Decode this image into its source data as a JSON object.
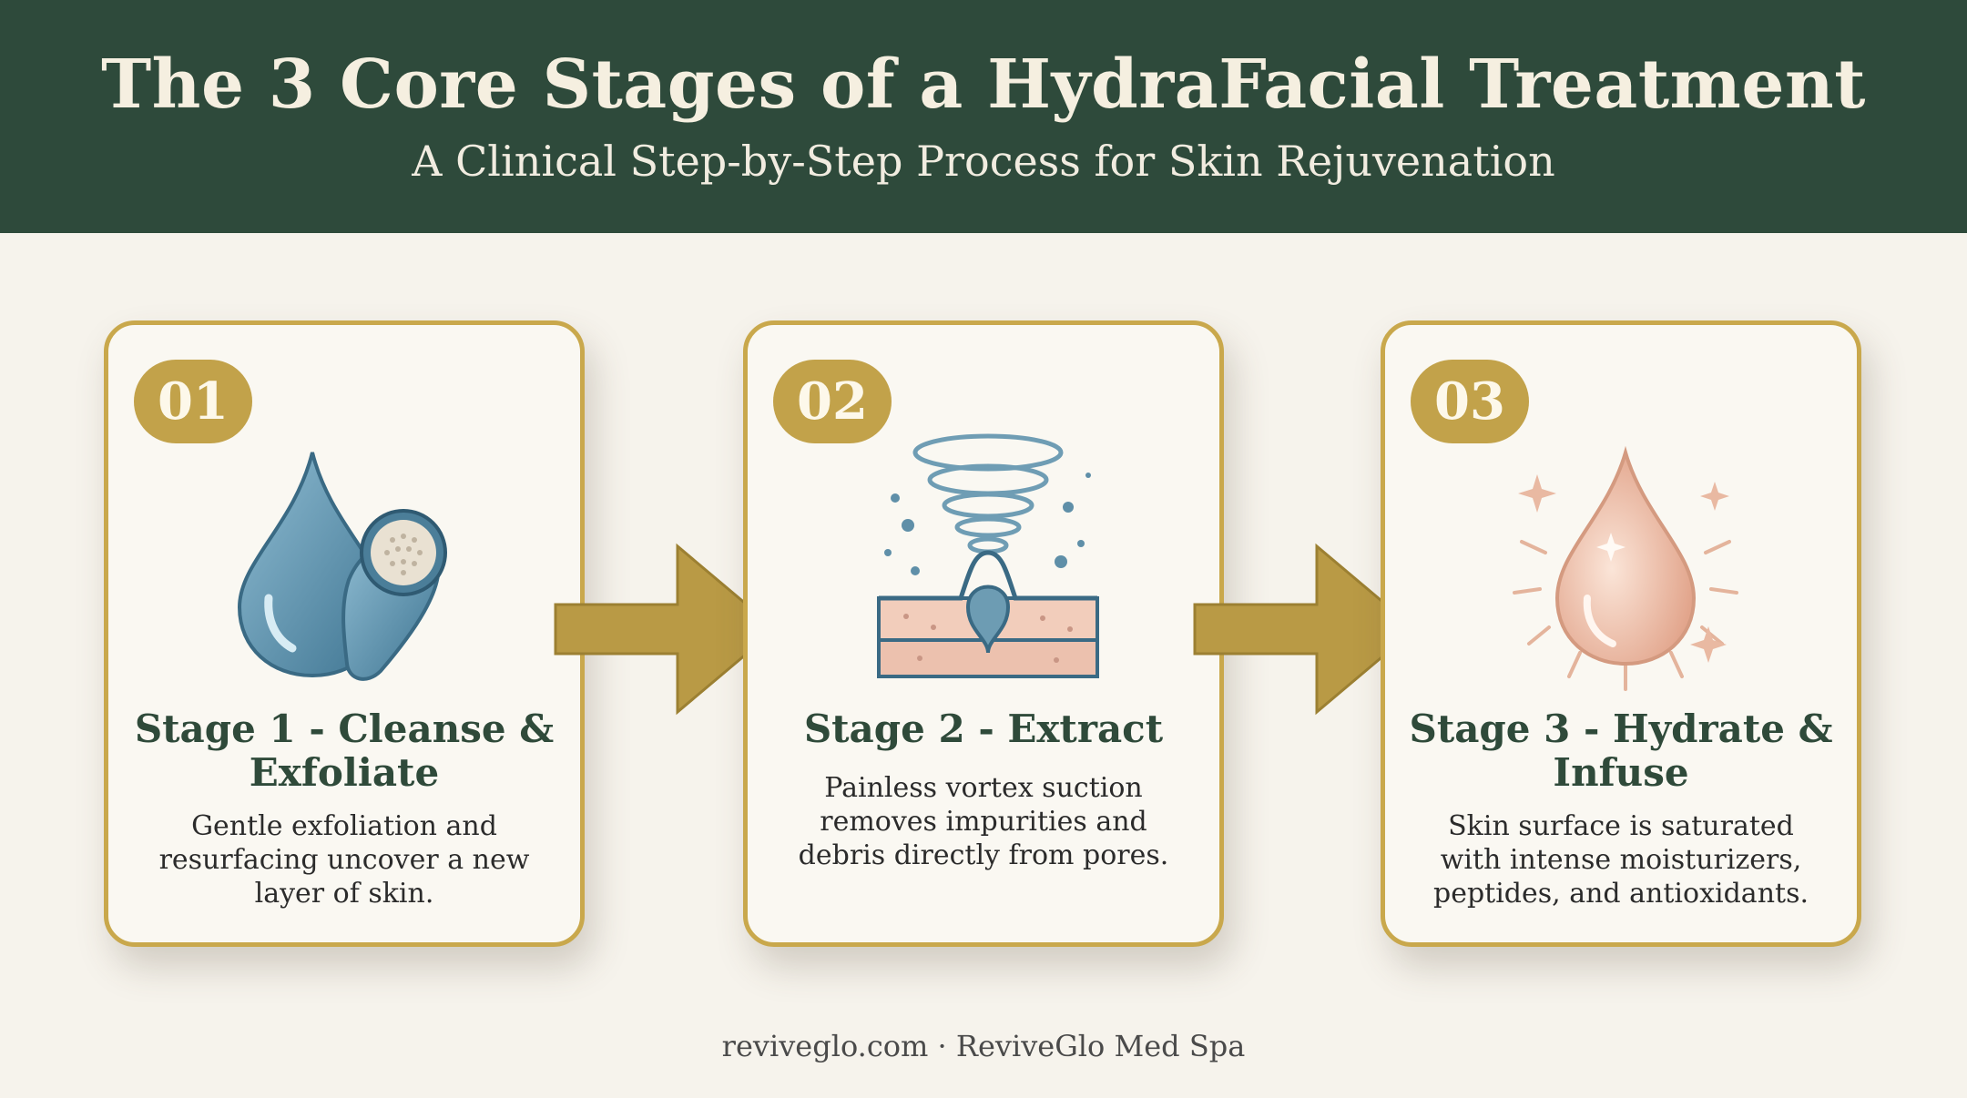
{
  "header": {
    "title": "The 3 Core Stages of a HydraFacial Treatment",
    "subtitle": "A Clinical Step-by-Step Process for Skin Rejuvenation"
  },
  "stages": [
    {
      "number": "01",
      "title": "Stage 1 - Cleanse & Exfoliate",
      "description": "Gentle exfoliation and resurfacing uncover a new layer of skin.",
      "icon": "water-drop-brush-icon"
    },
    {
      "number": "02",
      "title": "Stage 2 - Extract",
      "description": "Painless vortex suction removes impurities and debris directly from pores.",
      "icon": "vortex-pore-icon"
    },
    {
      "number": "03",
      "title": "Stage 3 - Hydrate & Infuse",
      "description": "Skin surface is saturated with intense moisturizers, peptides, and antioxidants.",
      "icon": "glowing-serum-drop-icon"
    }
  ],
  "colors": {
    "header_bg": "#2e4a3b",
    "accent_gold": "#c2a24a",
    "page_bg": "#f6f3ec",
    "icon_blue": "#5b8fa8",
    "icon_peach": "#efc2ad"
  },
  "footer": {
    "text": "reviveglo.com · ReviveGlo Med Spa"
  }
}
